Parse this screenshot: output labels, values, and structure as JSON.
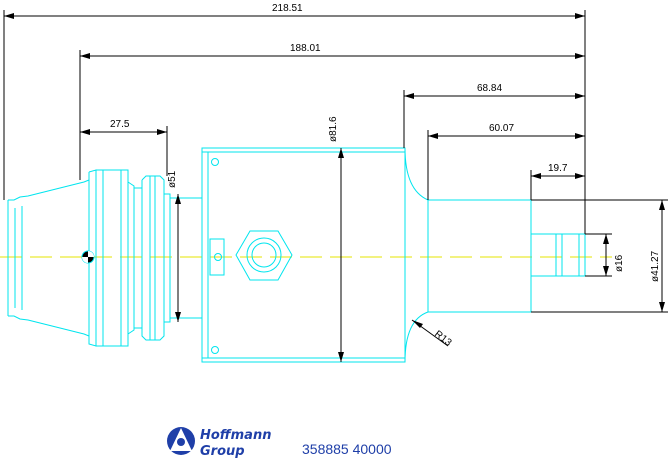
{
  "dimensions": {
    "overall_length": "218.51",
    "length_188": "188.01",
    "length_68": "68.84",
    "length_60": "60.07",
    "length_27": "27.5",
    "length_19": "19.7",
    "dia_81": "ø81.6",
    "dia_51": "ø51",
    "dia_16": "ø16",
    "dia_41": "ø41.27",
    "radius": "R13"
  },
  "title_block": {
    "logo_line1": "Hoffmann",
    "logo_line2": "Group",
    "part_number": "358885 40000"
  },
  "colors": {
    "outline": "#00e5ee",
    "centerline": "#e6e600",
    "dimension": "#000000",
    "brand": "#1f3fa8"
  }
}
